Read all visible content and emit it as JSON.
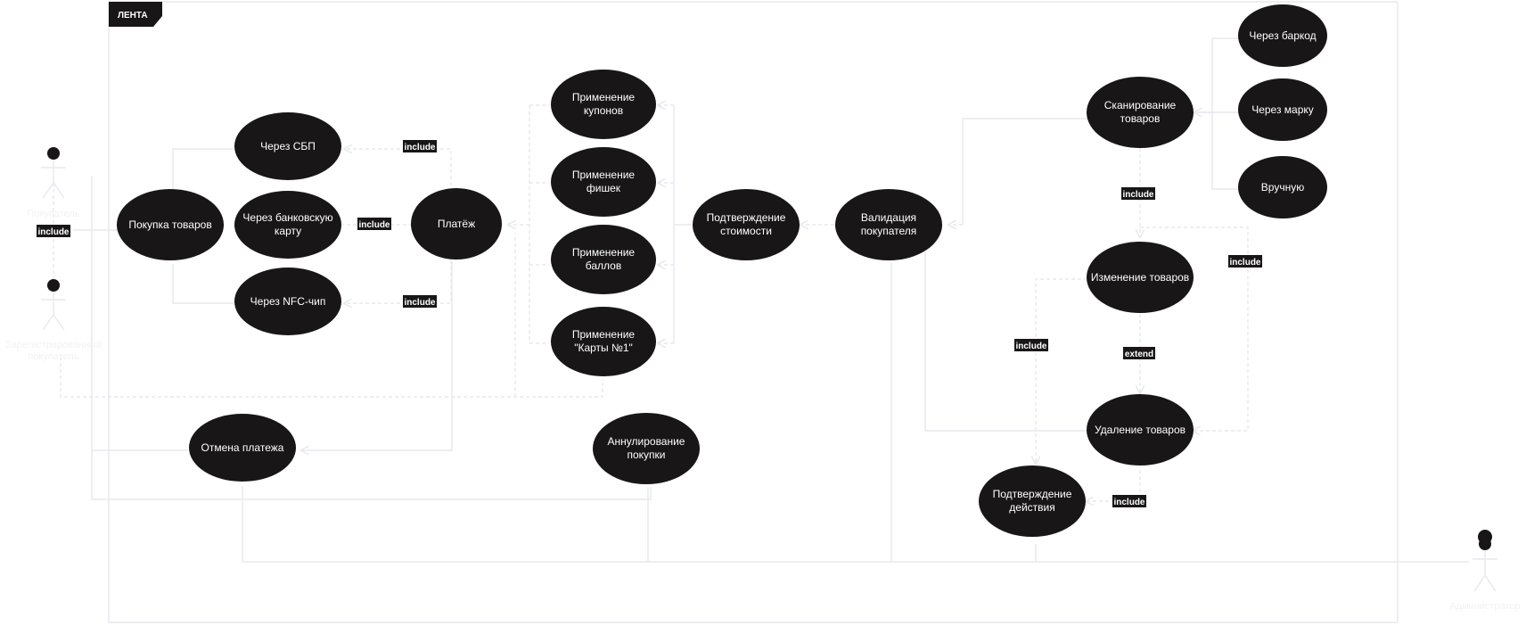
{
  "frame": {
    "title": "ЛЕНТА"
  },
  "actors": {
    "buyer": "Покупатель",
    "registered": [
      "Зарегистрированный",
      "покупатель"
    ],
    "admin": "Администратор"
  },
  "usecases": {
    "purchase": [
      "Покупка товаров"
    ],
    "sbp": [
      "Через СБП"
    ],
    "bank_card": [
      "Через банковскую",
      "карту"
    ],
    "nfc": [
      "Через NFC-чип"
    ],
    "payment": [
      "Платёж"
    ],
    "coupons": [
      "Применение",
      "купонов"
    ],
    "chips": [
      "Применение",
      "фишек"
    ],
    "points": [
      "Применение",
      "баллов"
    ],
    "card1": [
      "Применение",
      "\"Карты №1\""
    ],
    "confirm_cost": [
      "Подтверждение",
      "стоимости"
    ],
    "validate_buyer": [
      "Валидация",
      "покупателя"
    ],
    "scan": [
      "Сканирование",
      "товаров"
    ],
    "barcode": [
      "Через баркод"
    ],
    "stamp": [
      "Через марку"
    ],
    "manual": [
      "Вручную"
    ],
    "edit_goods": [
      "Изменение товаров"
    ],
    "delete_goods": [
      "Удаление товаров"
    ],
    "confirm_action": [
      "Подтверждение",
      "действия"
    ],
    "cancel_payment": [
      "Отмена платежа"
    ],
    "annul_purchase": [
      "Аннулирование",
      "покупки"
    ]
  },
  "relations": {
    "include": "include",
    "extend": "extend"
  },
  "colors": {
    "usecase_fill": "#181616",
    "line": "#e8e8ee",
    "frame_tab": "#181616",
    "background": "#ffffff"
  }
}
